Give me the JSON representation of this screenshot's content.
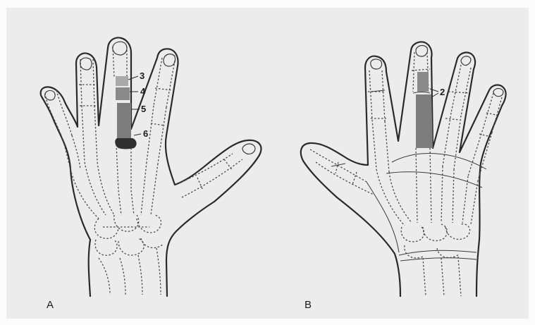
{
  "panels": {
    "left": {
      "letter": "A",
      "labels": [
        "3",
        "4",
        "5",
        "6"
      ]
    },
    "right": {
      "letter": "B",
      "labels": [
        "2"
      ]
    }
  },
  "colors": {
    "page": "#ececec",
    "outline": "#2a2a2a",
    "bone_dash": "#4a4a4a",
    "shaded_segment": "#7d7d7d",
    "dark_segment": "#2f2f2f",
    "light_segment": "#a9a9a9"
  }
}
